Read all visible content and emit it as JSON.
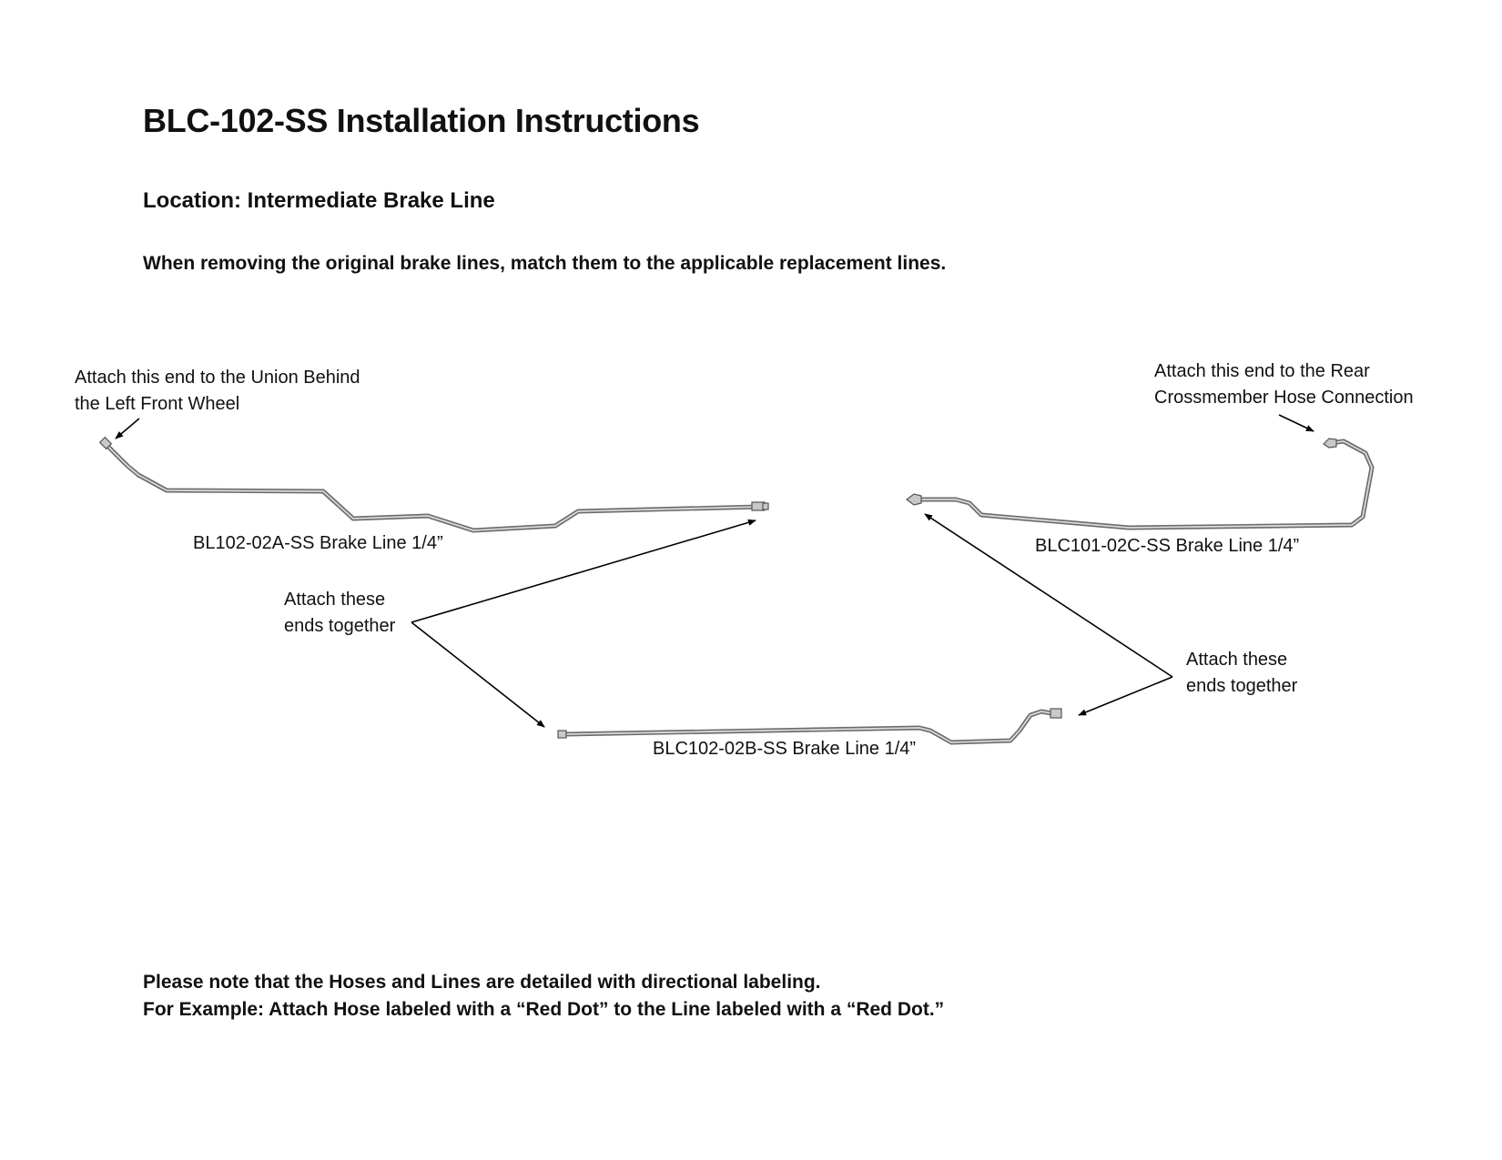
{
  "document": {
    "title": "BLC-102-SS Installation Instructions",
    "location": "Location: Intermediate Brake Line",
    "instruction": "When removing the original brake lines, match them to the applicable replacement lines.",
    "notes": [
      "Please note that the Hoses and Lines are detailed with directional labeling.",
      "For Example: Attach Hose labeled with a “Red Dot” to the Line labeled with a “Red Dot.”"
    ]
  },
  "diagram": {
    "callouts": {
      "front_union": [
        "Attach this end to the Union Behind",
        "the Left Front Wheel"
      ],
      "rear_hose": [
        "Attach this end to the Rear",
        "Crossmember Hose Connection"
      ],
      "join_left": [
        "Attach these",
        "ends together"
      ],
      "join_right": [
        "Attach these",
        "ends together"
      ]
    },
    "lines": {
      "line_a": "BL102-02A-SS Brake Line 1/4”",
      "line_b": "BLC102-02B-SS Brake Line 1/4”",
      "line_c": "BLC101-02C-SS Brake Line 1/4”"
    }
  }
}
